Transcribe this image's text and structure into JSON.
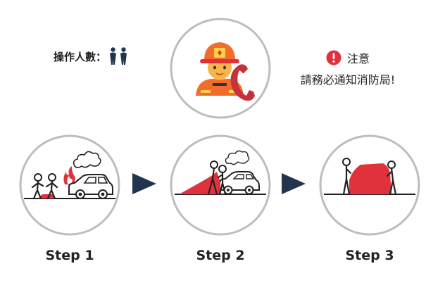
{
  "operators": {
    "label": "操作人數：",
    "icon": "person-icon",
    "count": 2
  },
  "notice": {
    "icon": "exclamation-icon",
    "title": "注意",
    "body": "請務必通知消防局!"
  },
  "center_icon": "firefighter-phone-icon",
  "steps": [
    {
      "label": "Step 1",
      "icon": "burning-car-people-icon"
    },
    {
      "label": "Step 2",
      "icon": "blanket-cover-car-icon"
    },
    {
      "label": "Step 3",
      "icon": "covered-car-icon"
    }
  ],
  "arrow_icon": "triangle-arrow-right-icon",
  "colors": {
    "accent_red": "#e0323d",
    "arrow_navy": "#22354f",
    "ring_gray": "#bdbdbd",
    "helmet_orange": "#f36c2b",
    "skin": "#f7b54c"
  }
}
